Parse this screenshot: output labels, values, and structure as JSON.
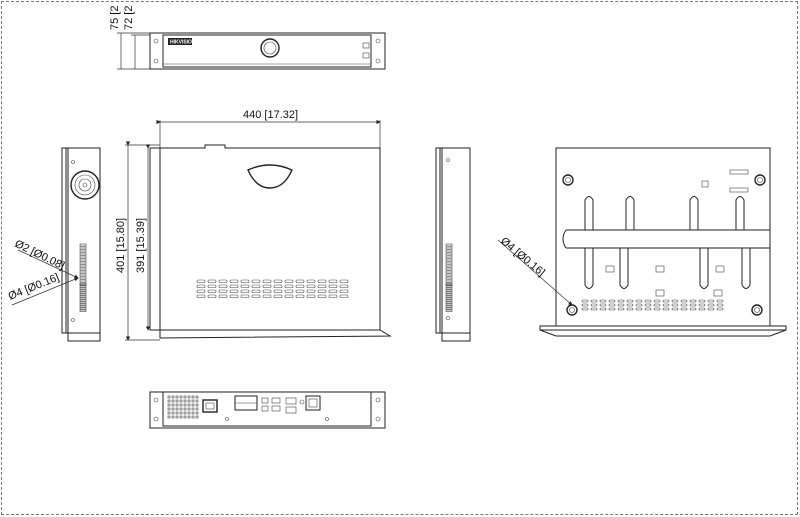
{
  "dimensions": {
    "top_height_a": "75 [2",
    "top_height_b": "72 [2",
    "width": "440 [17.32]",
    "depth_a": "401 [15.80]",
    "depth_b": "391 [15.39]",
    "hole_small": "Ø2 [Ø0.08]",
    "hole_large_side": "Ø4 [Ø0.16]",
    "hole_large_bottom": "Ø4 [Ø0.16]"
  },
  "brand": {
    "logo_text": "HIKVISION"
  },
  "colors": {
    "line": "#222222",
    "background": "#ffffff",
    "frame": "#777777"
  }
}
